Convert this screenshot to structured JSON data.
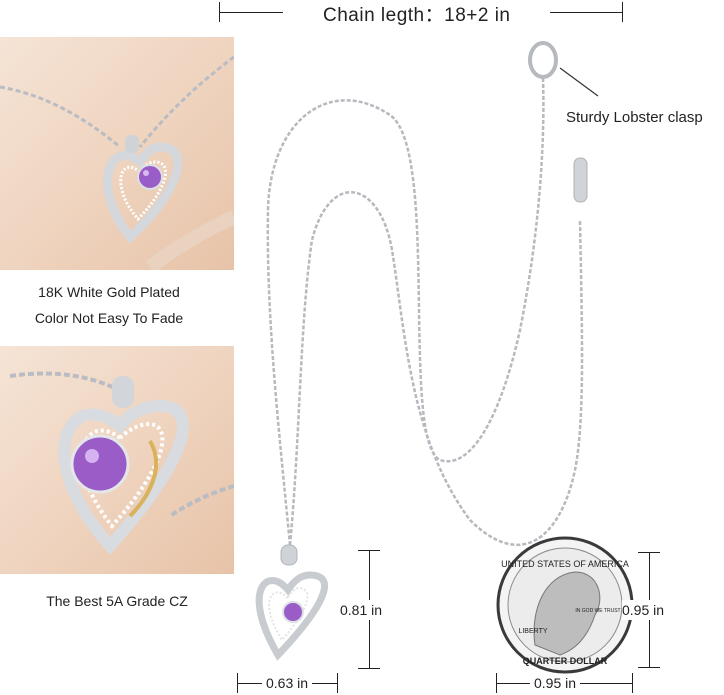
{
  "header": {
    "chain_length": "Chain legth：18+2 in"
  },
  "callouts": {
    "clasp": "Sturdy Lobster clasp"
  },
  "features": [
    {
      "line1": "18K White Gold Plated",
      "line2": "Color Not Easy To Fade"
    },
    {
      "line1": "The Best 5A Grade CZ"
    }
  ],
  "dimensions": {
    "pendant_height": "0.81 in",
    "pendant_width": "0.63 in",
    "coin_height": "0.95 in",
    "coin_width": "0.95 in"
  },
  "coin_text": {
    "top": "UNITED STATES OF AMERICA",
    "liberty": "LIBERTY",
    "motto": "IN GOD WE TRUST",
    "bottom": "QUARTER DOLLAR"
  },
  "colors": {
    "stone": "#9a5cc6",
    "metal": "#c9ccd1",
    "background": "#ffffff"
  }
}
